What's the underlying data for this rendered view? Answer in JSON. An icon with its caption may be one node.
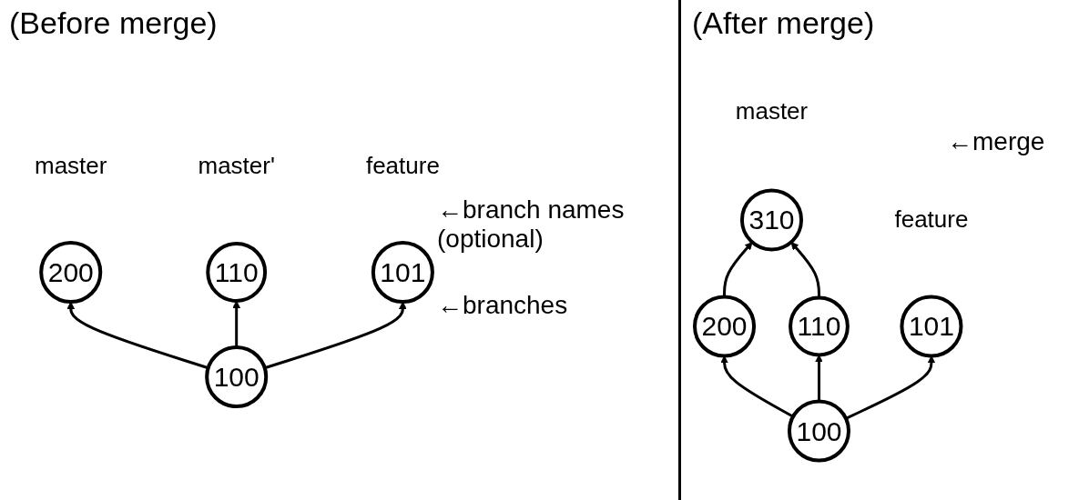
{
  "diagram": {
    "nodes": [
      {
        "text": [
          "200"
        ],
        "beside": [
          "master"
        ]
      },
      {
        "text": [
          "110"
        ],
        "beside": [
          "master'"
        ]
      },
      {
        "text": [
          "101"
        ],
        "beside": [
          "feature"
        ]
      },
      {
        "text": [
          "100"
        ]
      },
      {
        "text": [
          "310"
        ],
        "beside": [
          "master"
        ]
      },
      {
        "text": [
          "200"
        ]
      },
      {
        "text": [
          "110"
        ]
      },
      {
        "text": [
          "101"
        ],
        "beside": [
          "feature"
        ]
      },
      {
        "text": [
          "100"
        ]
      }
    ],
    "edges": [
      {
        "from": 3,
        "to": 0,
        "arrow": "to"
      },
      {
        "from": 3,
        "to": 1,
        "arrow": "to"
      },
      {
        "from": 3,
        "to": 2,
        "arrow": "to"
      },
      {
        "from": 5,
        "to": 4,
        "arrow": "to"
      },
      {
        "from": 6,
        "to": 4,
        "arrow": "to"
      },
      {
        "from": 8,
        "to": 5,
        "arrow": "to"
      },
      {
        "from": 8,
        "to": 6,
        "arrow": "to"
      },
      {
        "from": 8,
        "to": 7,
        "arrow": "to"
      }
    ],
    "labels": [
      "(Before merge)",
      "←branch names (optional)",
      "←branches",
      "(After merge)",
      "←merge"
    ]
  }
}
